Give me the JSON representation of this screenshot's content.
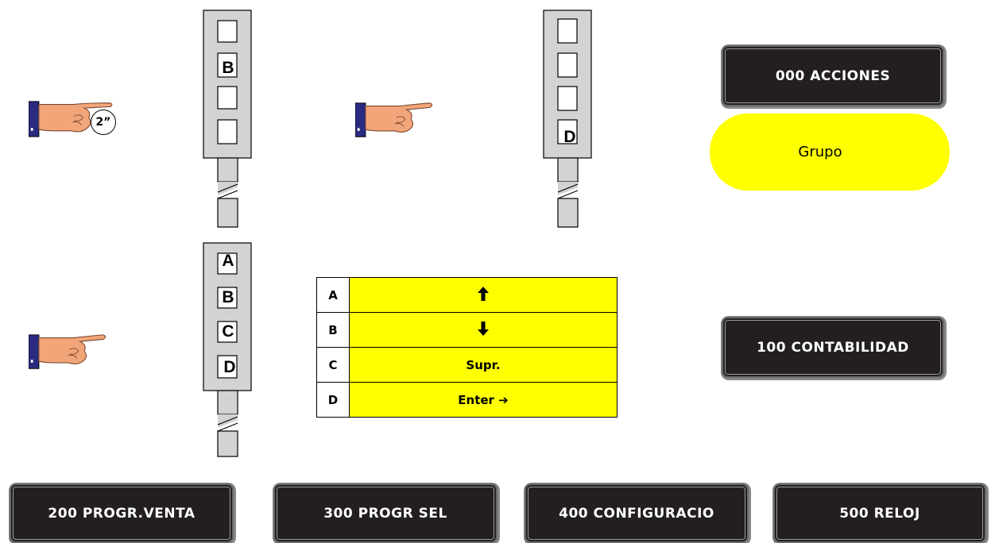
{
  "hands": [
    {
      "name": "hand-hold-2s",
      "badge": "2”"
    },
    {
      "name": "hand-press-top"
    },
    {
      "name": "hand-press-left"
    }
  ],
  "strips": [
    {
      "keys": [
        "",
        "B",
        "",
        ""
      ]
    },
    {
      "keys": [
        "",
        "",
        "",
        "D"
      ]
    },
    {
      "keys": [
        "A",
        "B",
        "C",
        "D"
      ]
    }
  ],
  "buttons": {
    "acciones": "000 ACCIONES",
    "contabilidad": "100 CONTABILIDAD",
    "progr_venta": "200 PROGR.VENTA",
    "progr_sel": "300 PROGR SEL",
    "configuracio": "400 CONFIGURACIO",
    "reloj": "500 RELOJ"
  },
  "pill": "Grupo",
  "keymap": [
    {
      "key": "A",
      "action": "↑",
      "icon": "arrow-up-icon"
    },
    {
      "key": "B",
      "action": "↓",
      "icon": "arrow-down-icon"
    },
    {
      "key": "C",
      "action": "Supr."
    },
    {
      "key": "D",
      "action": "Enter ➔",
      "icon": "arrow-right-icon"
    }
  ],
  "colors": {
    "yellow": "#ffff00",
    "dark": "#231f20",
    "skin": "#f3a57a",
    "cuff": "#2a2a80",
    "strip": "#d3d3d3"
  }
}
